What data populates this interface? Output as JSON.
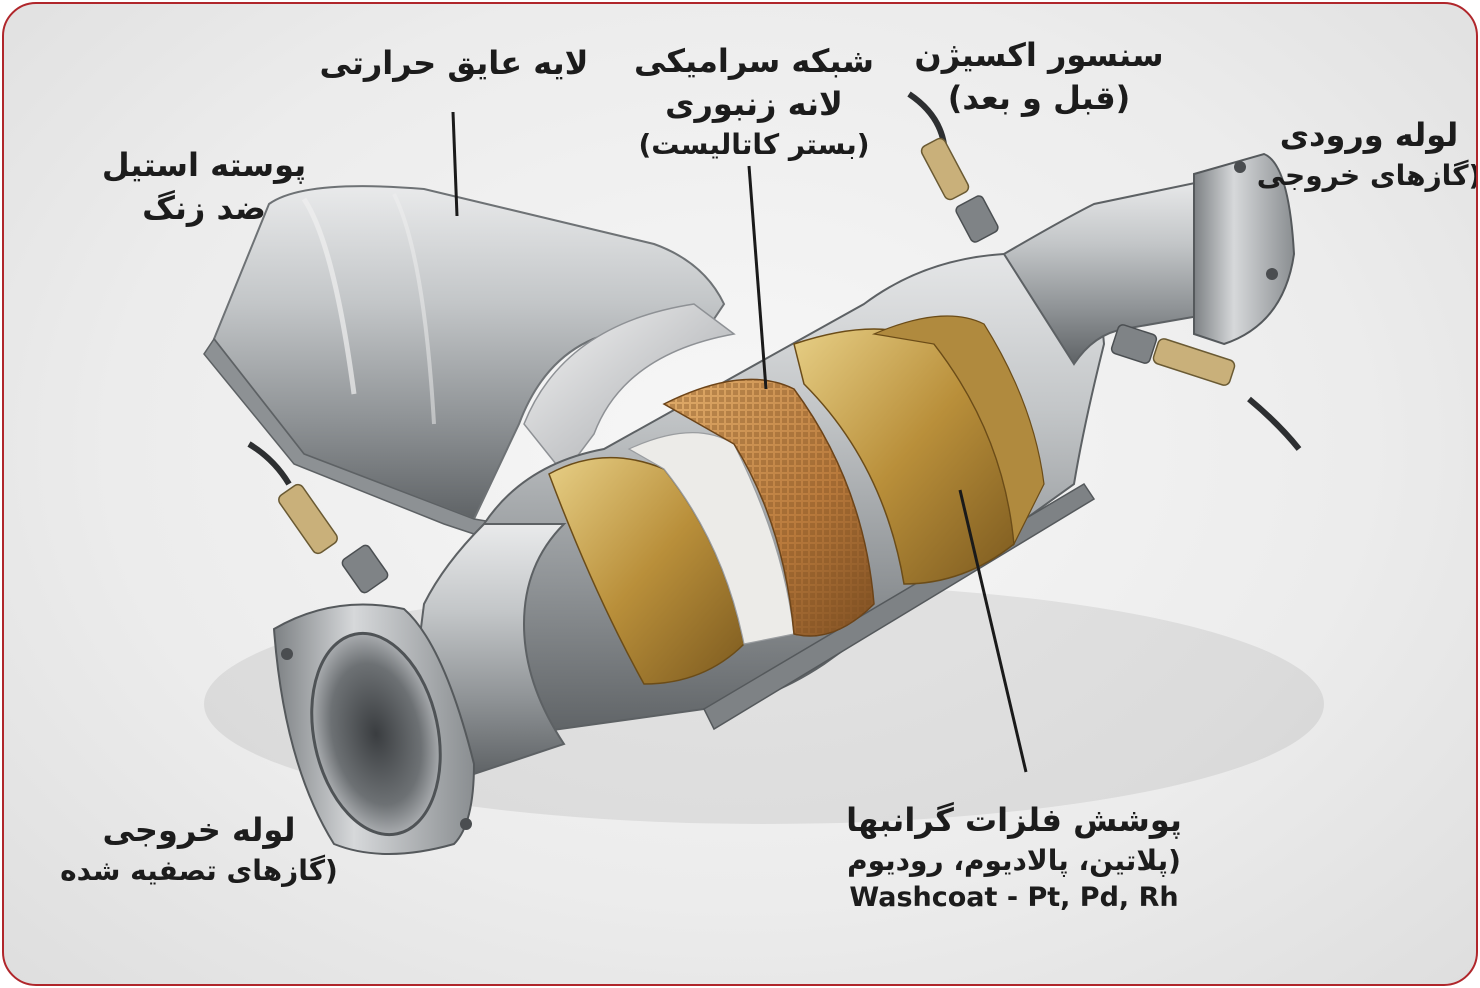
{
  "labels": {
    "insulation": {
      "line1": "لایه عایق حرارتی"
    },
    "shell": {
      "line1": "پوسته استیل",
      "line2": "ضد زنگ"
    },
    "ceramic": {
      "line1": "شبکه سرامیکی",
      "line2": "لانه زنبوری",
      "line3": "(بستر کاتالیست)"
    },
    "sensor": {
      "line1": "سنسور اکسیژن",
      "line2": "(قبل و بعد)"
    },
    "inlet": {
      "line1": "لوله ورودی",
      "line2": "(گازهای خروجی"
    },
    "outlet": {
      "line1": "لوله خروجی",
      "line2": "(گازهای تصفیه شده"
    },
    "washcoat": {
      "line1": "پوشش فلزات گرانبها",
      "line2": "(پلاتین، پالادیوم، رودیوم",
      "line3": "Washcoat - Pt, Pd, Rh"
    }
  },
  "colors": {
    "frame_border": "#b0262b",
    "steel": "#b8bbbe",
    "gold": "#c9a24a",
    "ceramic": "#c8904e",
    "insulation": "#e4e4e4",
    "text": "#1c1c1c"
  },
  "icons": [
    "catalytic-converter-illustration",
    "oxygen-sensor-icon"
  ]
}
